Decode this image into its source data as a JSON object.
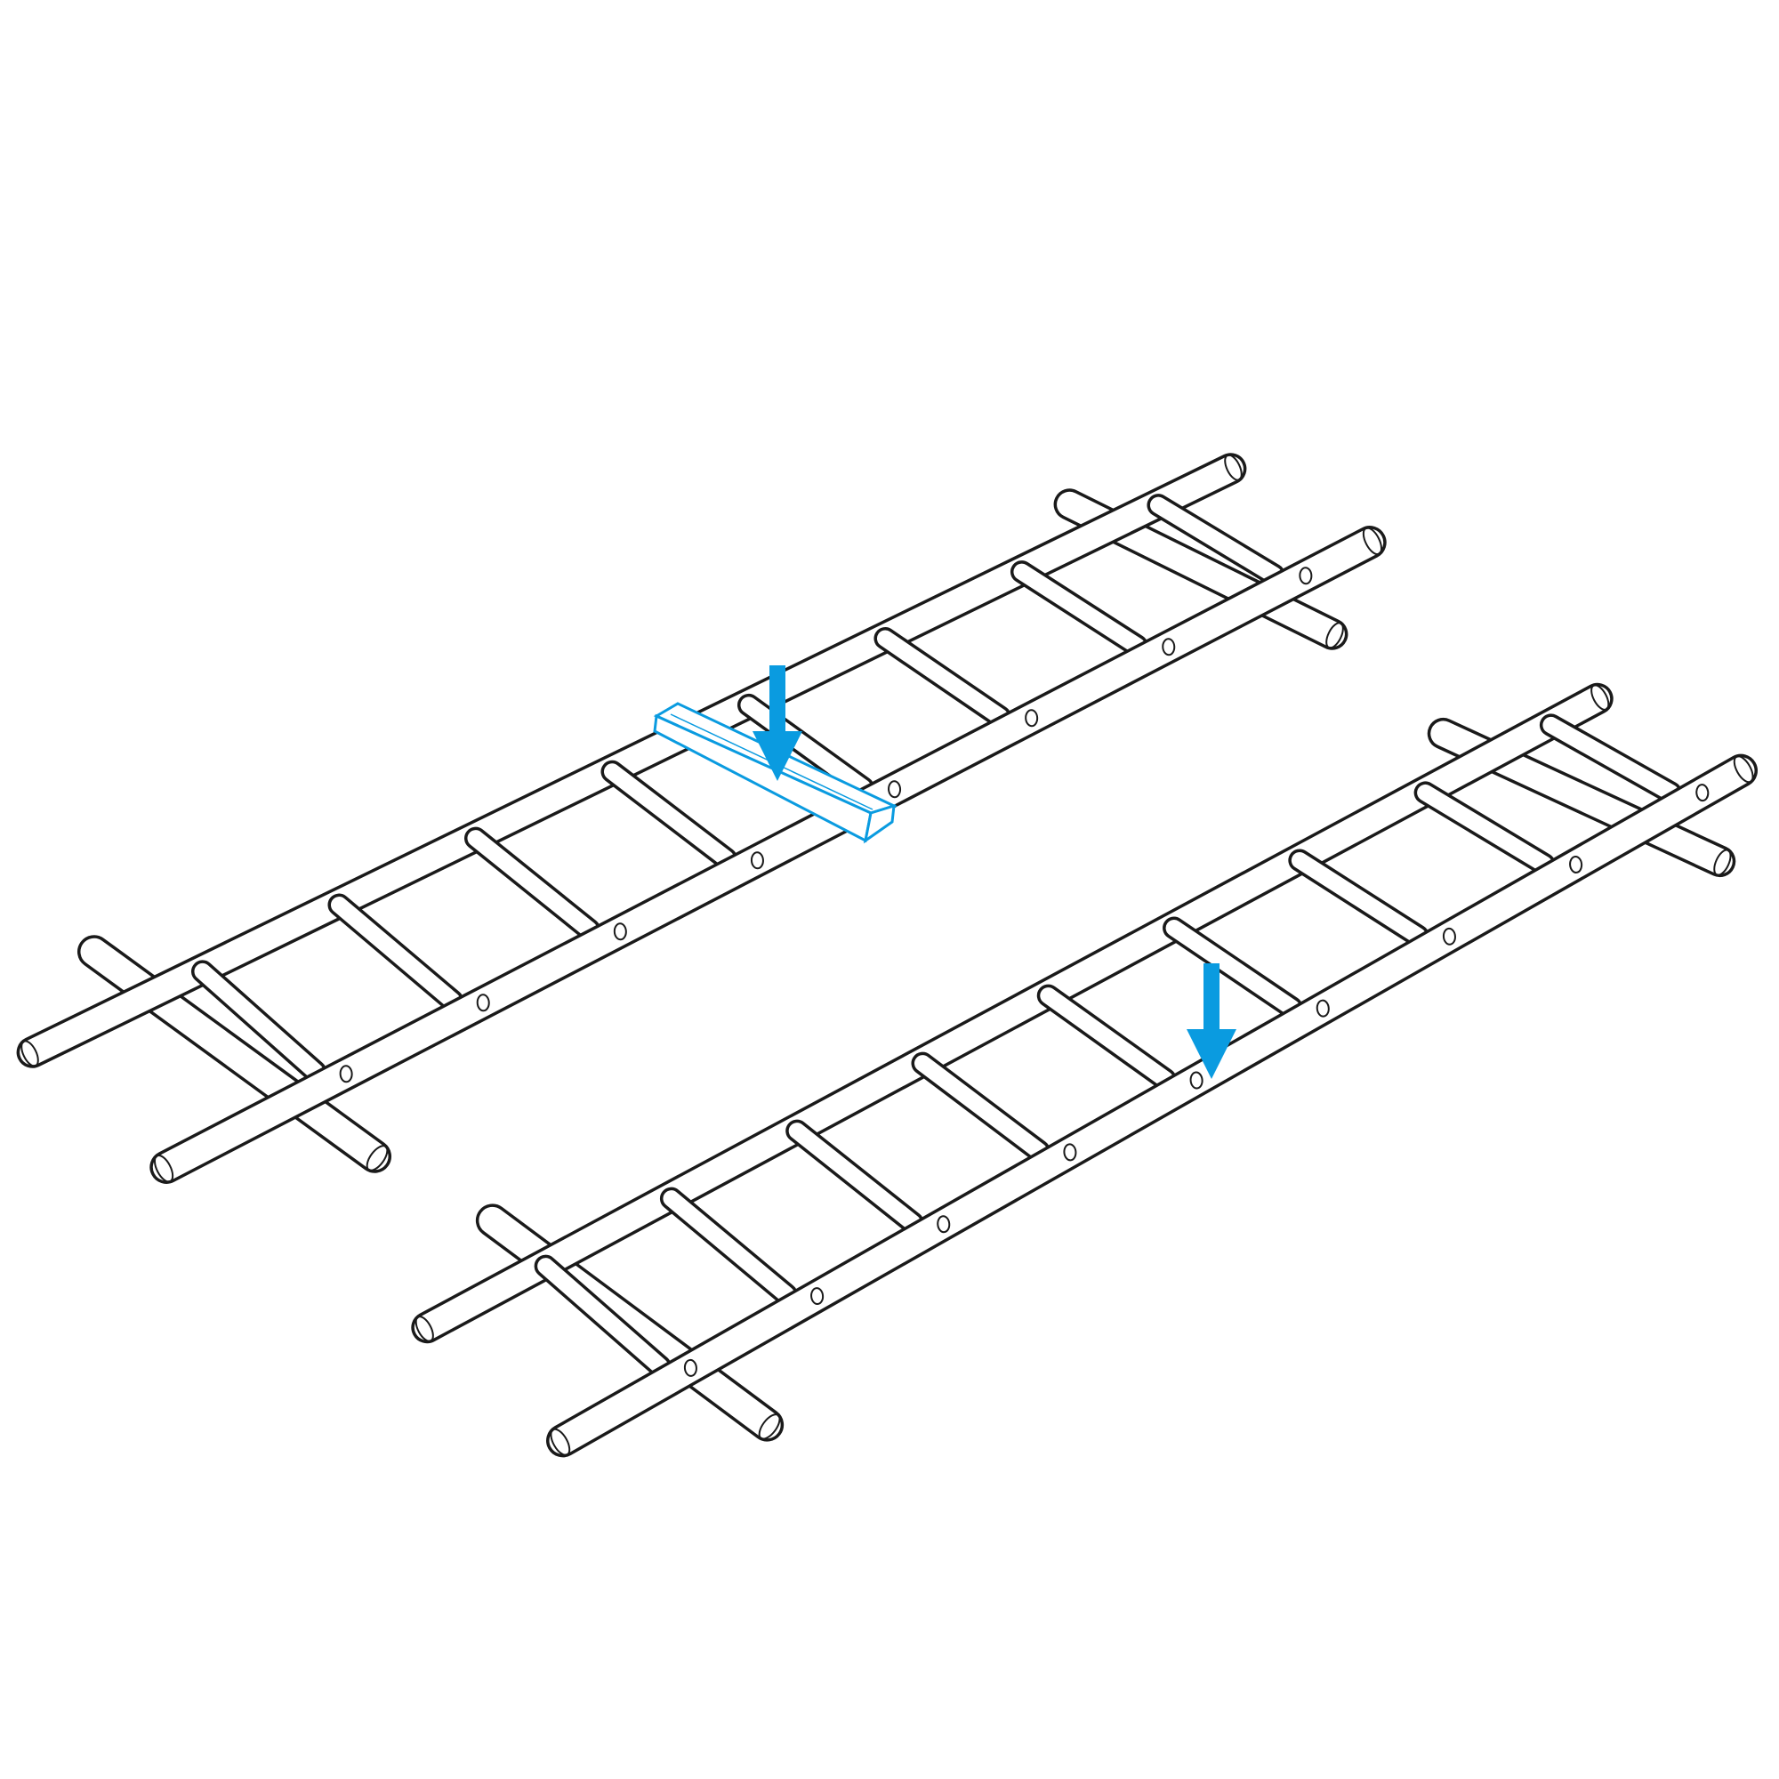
{
  "diagram": {
    "kind": "assembly-instruction",
    "colors": {
      "line": "#1a1a1a",
      "accent": "#0a9be0",
      "background": "#ffffff"
    },
    "ladders": [
      {
        "id": "ladder-top",
        "rungs": 8,
        "feet": 2
      },
      {
        "id": "ladder-bottom",
        "rungs": 9,
        "feet": 2
      }
    ],
    "parts": [
      {
        "id": "wooden-slat",
        "highlighted": true
      }
    ],
    "arrows": [
      {
        "id": "arrow-place-slat",
        "icon": "arrow-down-icon"
      },
      {
        "id": "arrow-place-rung",
        "icon": "arrow-down-icon"
      }
    ]
  }
}
